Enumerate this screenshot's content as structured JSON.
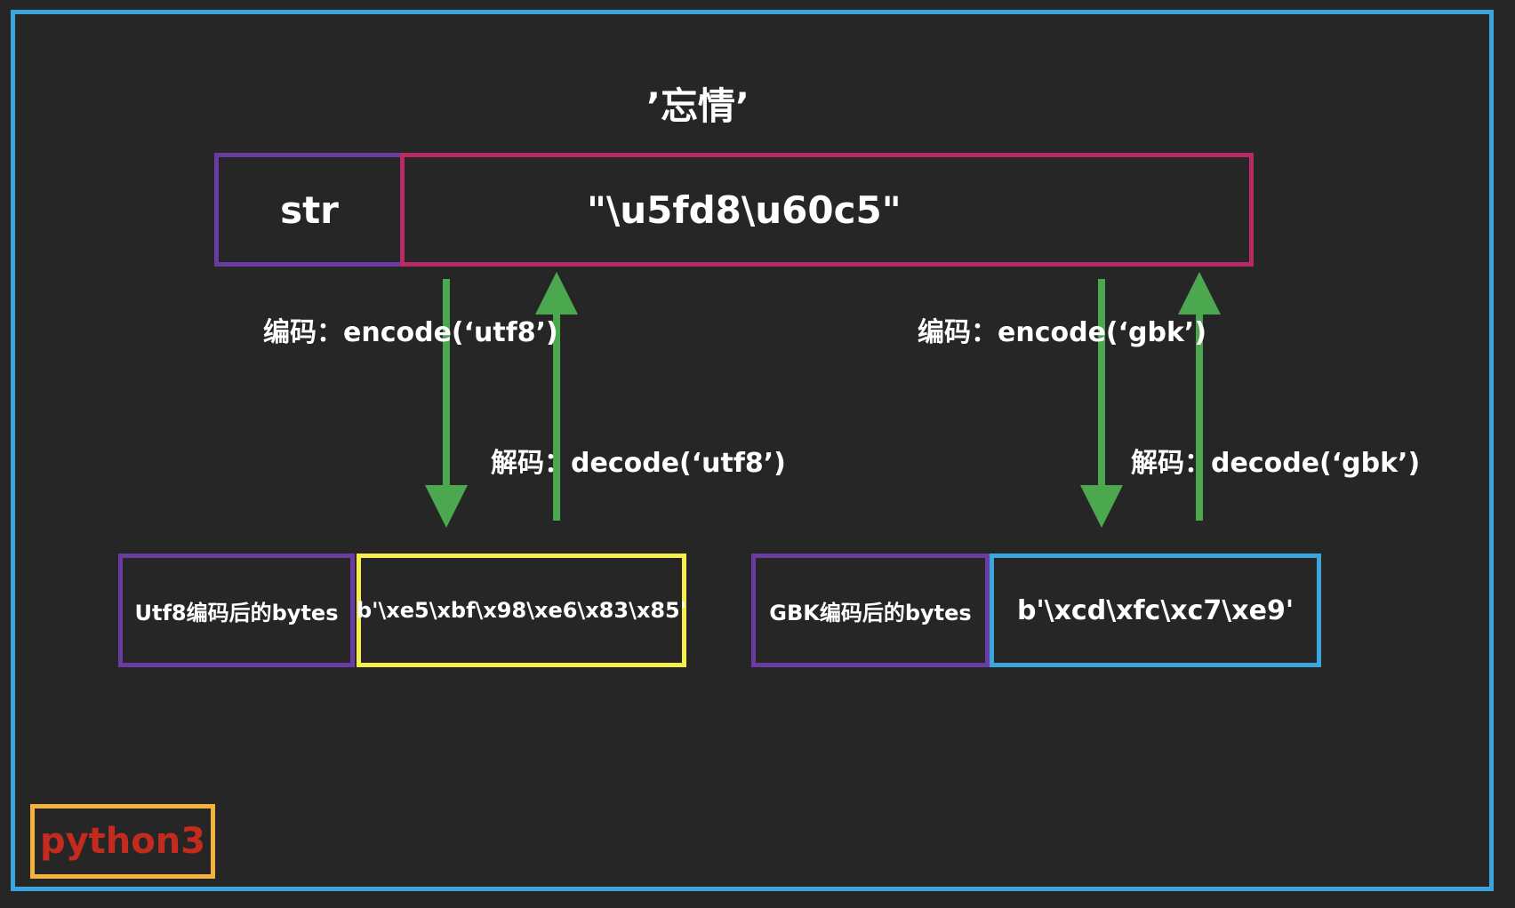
{
  "title": "’忘情’",
  "str_box": {
    "type_label": "str",
    "value": "\"\\u5fd8\\u60c5\""
  },
  "utf8": {
    "encode_label": "编码：encode(‘utf8’)",
    "decode_label": "解码：decode(‘utf8’)",
    "bytes_label": "Utf8编码后的bytes",
    "bytes_value": "b'\\xe5\\xbf\\x98\\xe6\\x83\\x85'"
  },
  "gbk": {
    "encode_label": "编码：encode(‘gbk’)",
    "decode_label": "解码：decode(‘gbk’)",
    "bytes_label": "GBK编码后的bytes",
    "bytes_value": "b'\\xcd\\xfc\\xc7\\xe9'"
  },
  "badge": "python3",
  "colors": {
    "frame": "#3aa6dd",
    "str_type_border": "#6a3ba0",
    "str_value_border": "#b82a64",
    "utf8_value_border": "#f5ee4c",
    "gbk_value_border": "#3aa6dd",
    "arrow": "#4ca84f",
    "badge_border": "#f4b43c",
    "badge_text": "#c52a1e"
  }
}
